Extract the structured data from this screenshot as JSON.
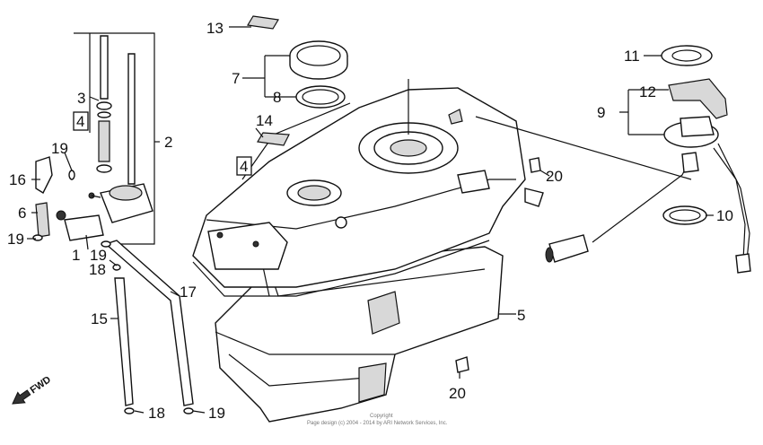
{
  "callouts": {
    "c1": "1",
    "c2": "2",
    "c3": "3",
    "c4a": "4",
    "c4b": "4",
    "c5": "5",
    "c6": "6",
    "c7": "7",
    "c8": "8",
    "c9": "9",
    "c10": "10",
    "c11": "11",
    "c12": "12",
    "c13": "13",
    "c14": "14",
    "c15": "15",
    "c16": "16",
    "c17": "17",
    "c18a": "18",
    "c18b": "18",
    "c19a": "19",
    "c19b": "19",
    "c19c": "19",
    "c19d": "19",
    "c20a": "20",
    "c20b": "20"
  },
  "direction_label": "FWD",
  "copyright": {
    "line1": "Copyright",
    "line2": "Page design (c) 2004 - 2014 by ARI Network Services, Inc."
  }
}
